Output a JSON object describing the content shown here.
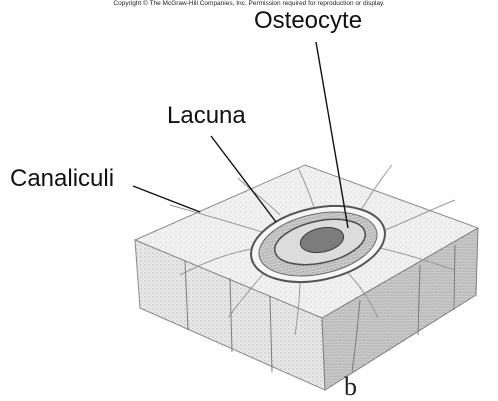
{
  "copyright": "Copyright © The McGraw-Hill Companies, Inc. Permission required for reproduction or display.",
  "labels": {
    "osteocyte": "Osteocyte",
    "lacuna": "Lacuna",
    "canaliculi": "Canaliculi"
  },
  "panel_letter": "b",
  "colors": {
    "ink": "#111111",
    "stipple": "#9a9a9a",
    "shadow": "#6f6f6f"
  }
}
